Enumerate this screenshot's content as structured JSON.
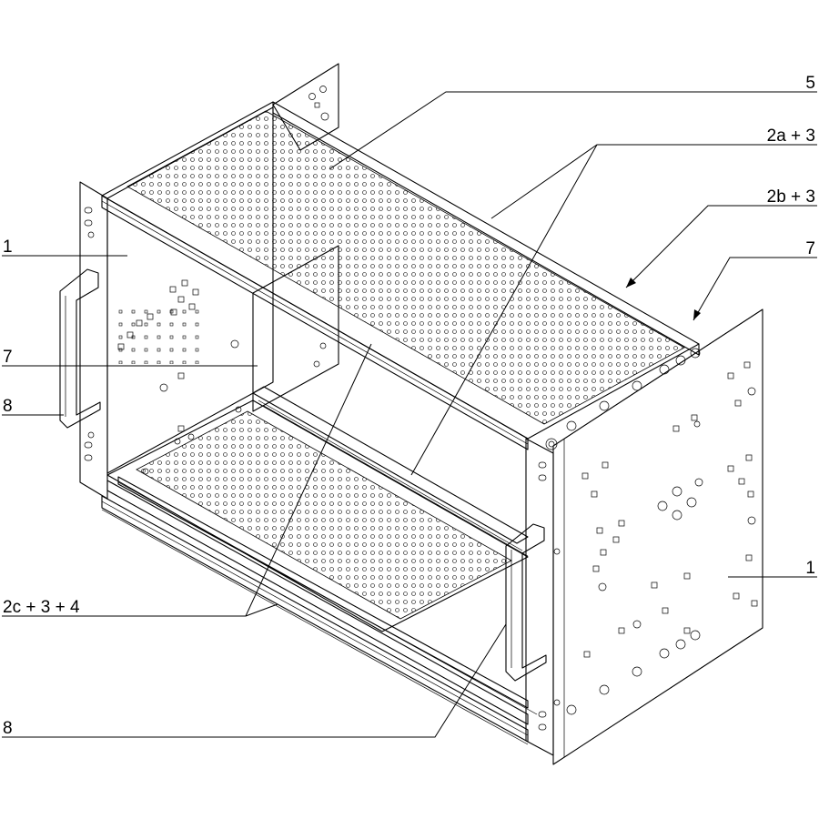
{
  "callouts": {
    "left": [
      {
        "text": "1"
      },
      {
        "text": "7"
      },
      {
        "text": "8"
      },
      {
        "text": "2c + 3 + 4"
      },
      {
        "text": "8"
      }
    ],
    "right": [
      {
        "text": "5"
      },
      {
        "text": "2a + 3"
      },
      {
        "text": "2b + 3"
      },
      {
        "text": "7"
      },
      {
        "text": "1"
      }
    ]
  },
  "colors": {
    "ink": "#000000",
    "background": "#ffffff"
  }
}
